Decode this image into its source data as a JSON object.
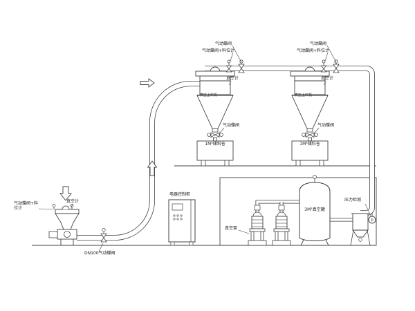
{
  "diagram": {
    "feeder": {
      "valve_level_label": "气动蝶阀+料位计",
      "vacuum_gauge_label": "真空计",
      "pipe_valve_label": "DN100气动蝶阀"
    },
    "cyclone1": {
      "top_valve_label": "气动蝶阀",
      "top_valve_level_label": "气动蝶阀+料位计",
      "vacuum_gauge_label": "真空计",
      "body_label": "真空上料机",
      "outlet_valve_label": "气动蝶阀",
      "bin_label": "1M³储料仓"
    },
    "cyclone2": {
      "top_valve_label": "气动蝶阀",
      "top_valve_level_label": "气动蝶阀+料位计",
      "vacuum_gauge_label": "真空计",
      "body_label": "真空上料机",
      "outlet_valve_label": "气动蝶阀",
      "bin_label": "1M³储料仓"
    },
    "control_cabinet_label": "电器控制柜",
    "vacuum_room": {
      "pump_label": "真空泵",
      "tank_label": "3M³真空罐",
      "pressure_label": "压力检测",
      "gauge_letter": "P"
    }
  },
  "colors": {
    "background": "#ffffff",
    "line": "#404040"
  }
}
